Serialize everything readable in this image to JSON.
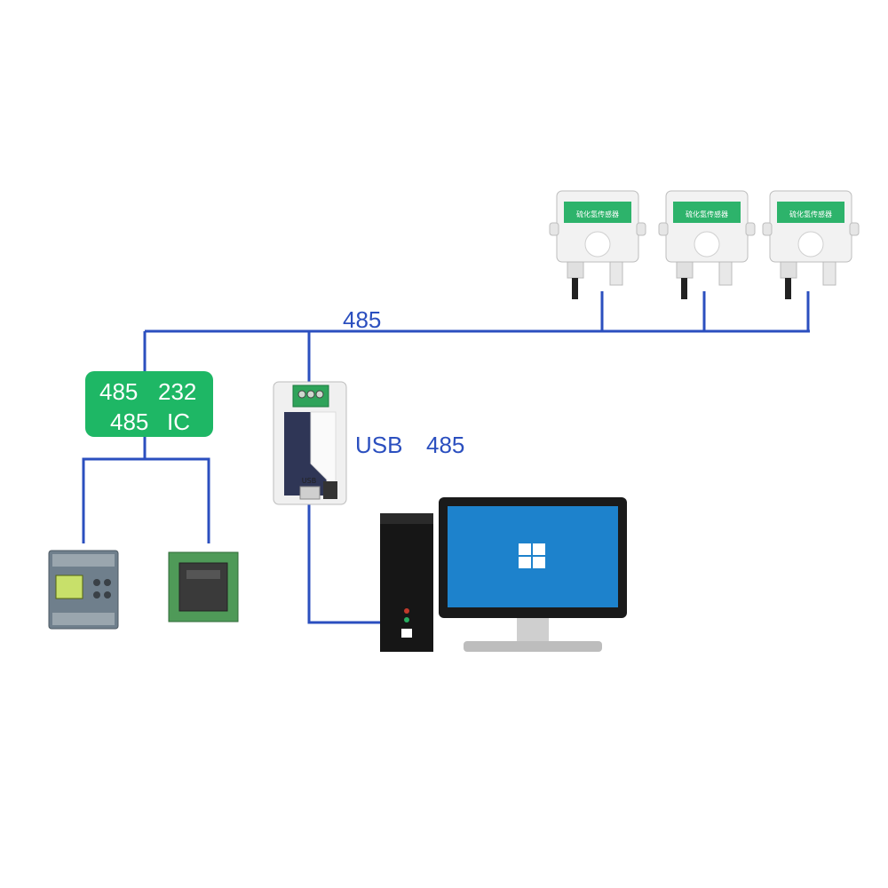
{
  "bus": {
    "label": "485"
  },
  "converter_box": {
    "color": "#1eb765",
    "rows": [
      [
        "485",
        "232"
      ],
      [
        "485",
        "IC"
      ]
    ]
  },
  "usb_label": {
    "left": "USB",
    "right": "485"
  },
  "sensors": [
    {
      "label": "硫化氢传感器"
    },
    {
      "label": "硫化氢传感器"
    },
    {
      "label": "硫化氢传感器"
    }
  ],
  "usb_adapter": {
    "label": "USB"
  },
  "colors": {
    "wire": "#2b4fbf",
    "sensor_label": "#2db36b"
  }
}
